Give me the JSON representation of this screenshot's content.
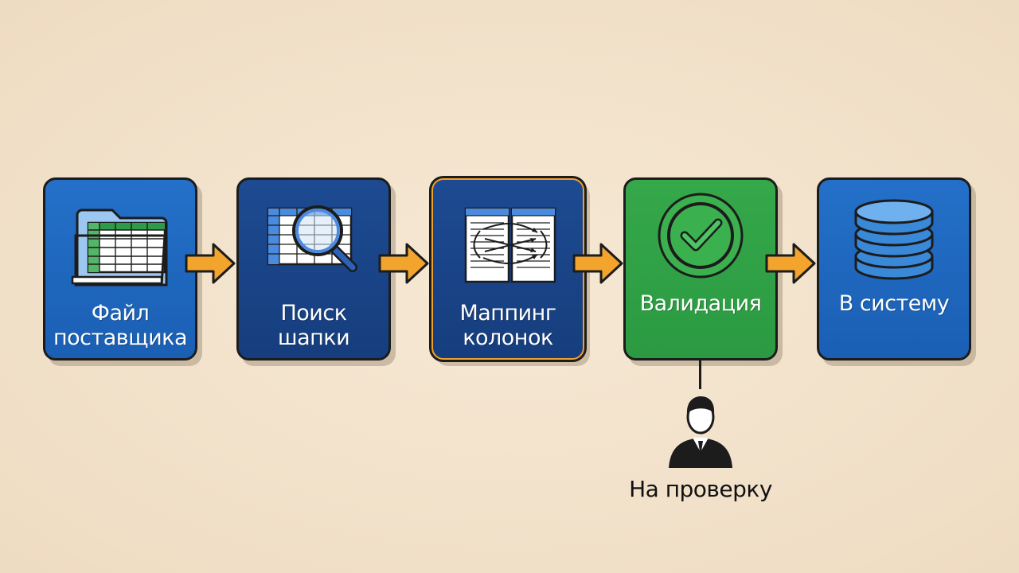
{
  "steps": [
    {
      "label": "Файл поставщика",
      "icon": "spreadsheet-folder-icon"
    },
    {
      "label": "Поиск шапки",
      "icon": "magnifier-spreadsheet-icon"
    },
    {
      "label": "Маппинг колонок",
      "icon": "column-mapping-icon"
    },
    {
      "label": "Валидация",
      "icon": "check-circle-icon"
    },
    {
      "label": "В систему",
      "icon": "database-icon"
    }
  ],
  "review": {
    "label": "На проверку",
    "icon": "person-icon"
  },
  "colors": {
    "background": "#f3e4cf",
    "blue": "#1f6ac0",
    "dark_blue": "#1a4486",
    "green": "#2fa045",
    "arrow": "#f3a42c",
    "highlight_border": "#f0a12a"
  }
}
